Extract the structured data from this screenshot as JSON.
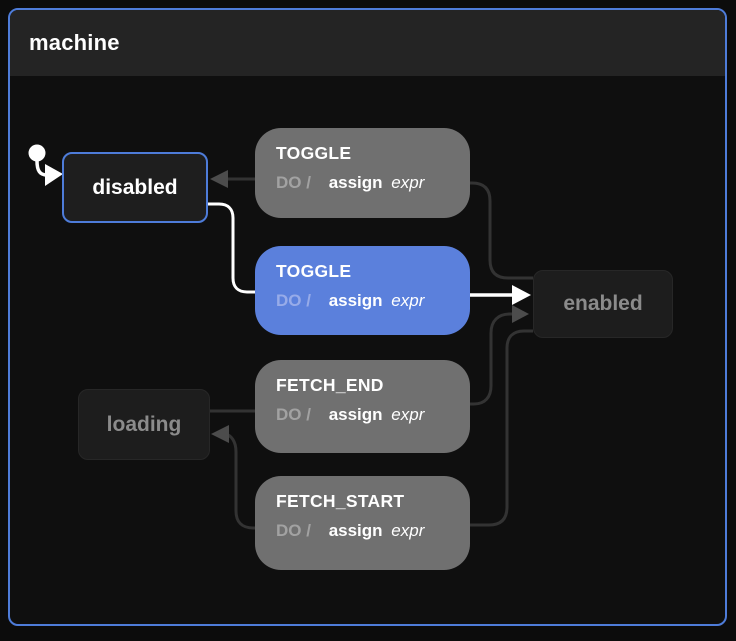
{
  "machine": {
    "title": "machine"
  },
  "states": {
    "disabled": {
      "label": "disabled",
      "initial": true,
      "selected": true
    },
    "enabled": {
      "label": "enabled"
    },
    "loading": {
      "label": "loading"
    }
  },
  "transitions": [
    {
      "label": "TOGGLE",
      "do_label": "DO /",
      "action": "assign",
      "action_arg": "expr",
      "variant": "gray",
      "source": "enabled",
      "target": "disabled",
      "active": false
    },
    {
      "label": "TOGGLE",
      "do_label": "DO /",
      "action": "assign",
      "action_arg": "expr",
      "variant": "blue",
      "source": "disabled",
      "target": "enabled",
      "active": true
    },
    {
      "label": "FETCH_END",
      "do_label": "DO /",
      "action": "assign",
      "action_arg": "expr",
      "variant": "gray",
      "source": "loading",
      "target": "enabled",
      "active": false
    },
    {
      "label": "FETCH_START",
      "do_label": "DO /",
      "action": "assign",
      "action_arg": "expr",
      "variant": "gray",
      "source": "enabled",
      "target": "loading",
      "active": false
    }
  ],
  "colors": {
    "accent_blue_border": "#4e7cd9",
    "active_event_blue": "#5b80dc",
    "event_gray": "#707070",
    "edge_dark": "#333333",
    "edge_active_white": "#ffffff",
    "header_bg": "#242424",
    "canvas_bg": "#0f0f0f",
    "muted_state_text": "#8b8b8b"
  }
}
